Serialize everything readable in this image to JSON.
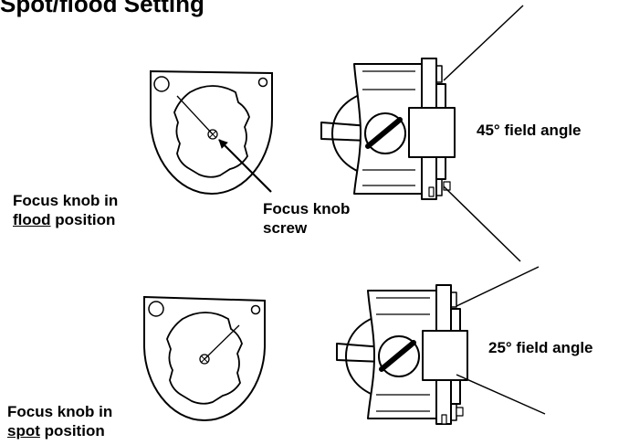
{
  "heading": "Spot/flood Setting",
  "labels": {
    "field_angle_45": "45° field angle",
    "field_angle_25": "25° field angle",
    "knob_screw_line1": "Focus knob",
    "knob_screw_line2": "screw",
    "flood_line1": "Focus knob in",
    "flood_emph": "flood",
    "flood_rest": " position",
    "spot_line1": "Focus knob in",
    "spot_emph": "spot",
    "spot_rest": " position"
  }
}
